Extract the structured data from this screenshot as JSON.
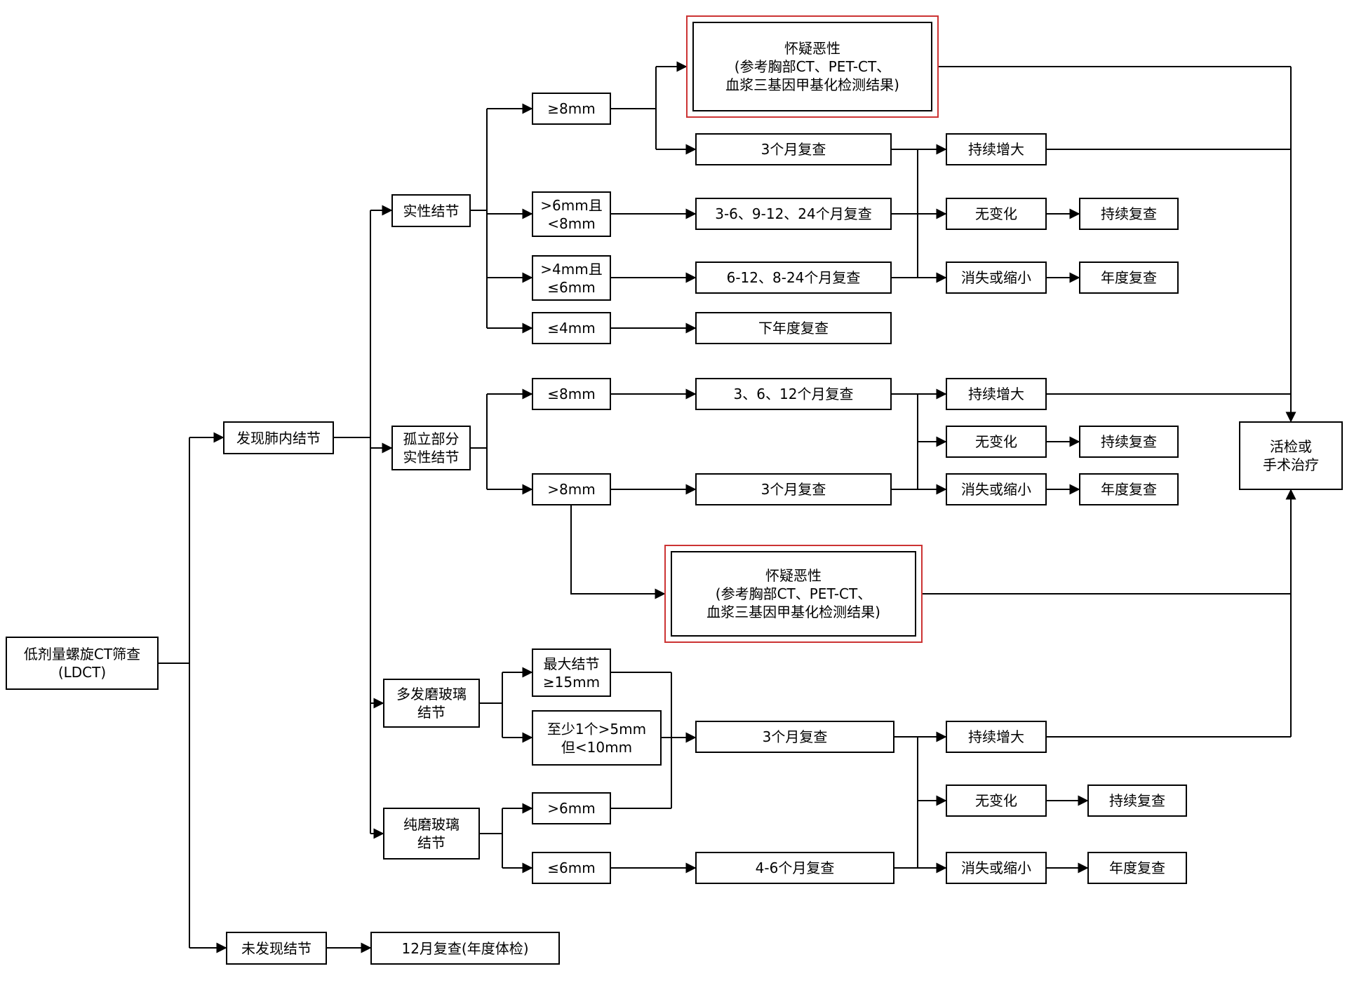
{
  "colors": {
    "background": "#ffffff",
    "line": "#000000",
    "box_border": "#000000",
    "highlight_border": "#cc3333"
  },
  "nodes": {
    "ldct": {
      "label": "低剂量螺旋CT筛查\n(LDCT)"
    },
    "found_nodule": {
      "label": "发现肺内结节"
    },
    "no_nodule": {
      "label": "未发现结节"
    },
    "annual_checkup": {
      "label": "12月复查(年度体检)"
    },
    "solid_nodule": {
      "label": "实性结节"
    },
    "part_solid_nodule": {
      "label": "孤立部分\n实性结节"
    },
    "multi_ggn": {
      "label": "多发磨玻璃\n结节"
    },
    "pure_ggn": {
      "label": "纯磨玻璃\n结节"
    },
    "size_ge8": {
      "label": "≥8mm"
    },
    "size_6_8": {
      "label": ">6mm且\n<8mm"
    },
    "size_4_6": {
      "label": ">4mm且\n≤6mm"
    },
    "size_le4": {
      "label": "≤4mm"
    },
    "size_le8": {
      "label": "≤8mm"
    },
    "size_gt8": {
      "label": ">8mm"
    },
    "size_max_ge15": {
      "label": "最大结节\n≥15mm"
    },
    "size_one_5_10": {
      "label": "至少1个>5mm\n但<10mm"
    },
    "size_gt6": {
      "label": ">6mm"
    },
    "size_le6": {
      "label": "≤6mm"
    },
    "suspect_malignant_top": {
      "label": "怀疑恶性\n(参考胸部CT、PET-CT、\n血浆三基因甲基化检测结果)"
    },
    "review_3m_top": {
      "label": "3个月复查"
    },
    "review_3_6_9_12_24": {
      "label": "3-6、9-12、24个月复查"
    },
    "review_6_12_8_24": {
      "label": "6-12、8-24个月复查"
    },
    "review_next_year": {
      "label": "下年度复查"
    },
    "review_3_6_12": {
      "label": "3、6、12个月复查"
    },
    "review_3m_mid": {
      "label": "3个月复查"
    },
    "suspect_malignant_mid": {
      "label": "怀疑恶性\n(参考胸部CT、PET-CT、\n血浆三基因甲基化检测结果)"
    },
    "review_3m_bottom": {
      "label": "3个月复查"
    },
    "review_4_6m": {
      "label": "4-6个月复查"
    },
    "grow_top": {
      "label": "持续增大"
    },
    "nochange_top": {
      "label": "无变化"
    },
    "shrink_top": {
      "label": "消失或缩小"
    },
    "continue_top": {
      "label": "持续复查"
    },
    "annual_top": {
      "label": "年度复查"
    },
    "grow_mid": {
      "label": "持续增大"
    },
    "nochange_mid": {
      "label": "无变化"
    },
    "continue_mid": {
      "label": "持续复查"
    },
    "shrink_mid": {
      "label": "消失或缩小"
    },
    "annual_mid": {
      "label": "年度复查"
    },
    "grow_bottom": {
      "label": "持续增大"
    },
    "nochange_bottom": {
      "label": "无变化"
    },
    "continue_bottom": {
      "label": "持续复查"
    },
    "shrink_bottom": {
      "label": "消失或缩小"
    },
    "annual_bottom": {
      "label": "年度复查"
    },
    "biopsy_surgery": {
      "label": "活检或\n手术治疗"
    }
  }
}
